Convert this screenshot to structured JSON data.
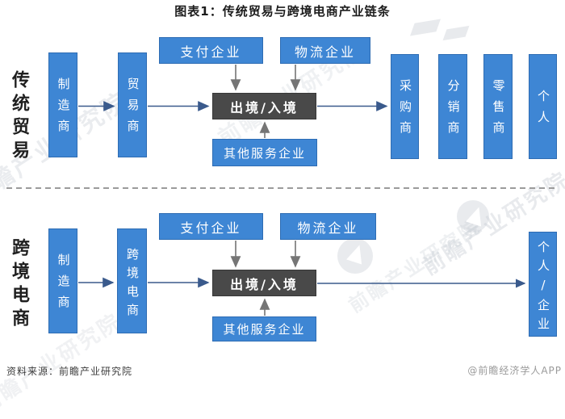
{
  "title": "图表1：传统贸易与跨境电商产业链条",
  "sections": {
    "traditional": {
      "label": "传统贸易",
      "nodes": {
        "manufacturer": "制造商",
        "trader": "贸易商",
        "payment": "支付企业",
        "logistics": "物流企业",
        "border_crossing": "出境/入境",
        "other_services": "其他服务企业",
        "purchaser": "采购商",
        "distributor": "分销商",
        "retailer": "零售商",
        "individual": "个人"
      },
      "flows": [
        "制造商 → 贸易商",
        "贸易商 → 出境/入境",
        "支付企业 → 出境/入境",
        "物流企业 → 出境/入境",
        "其他服务企业 → 出境/入境",
        "出境/入境 → 采购商"
      ]
    },
    "crossborder": {
      "label": "跨境电商",
      "nodes": {
        "manufacturer": "制造商",
        "ecommerce": "跨境电商",
        "payment": "支付企业",
        "logistics": "物流企业",
        "border_crossing": "出境/入境",
        "other_services": "其他服务企业",
        "individual_enterprise": "个人/企业"
      },
      "flows": [
        "制造商 → 跨境电商",
        "跨境电商 → 出境/入境",
        "支付企业 → 出境/入境",
        "物流企业 → 出境/入境",
        "其他服务企业 → 出境/入境",
        "出境/入境 → 个人/企业"
      ]
    }
  },
  "footer": {
    "source": "资料来源：前瞻产业研究院",
    "credit": "@前瞻经济学人APP"
  },
  "watermark": {
    "text": "前瞻产业研究院"
  },
  "colors": {
    "box_blue": "#3e86d4",
    "box_dark": "#494949",
    "arrow_gray": "#757575",
    "arrow_navy": "#3a5a8c",
    "divider_gray": "#9b9b9b"
  }
}
